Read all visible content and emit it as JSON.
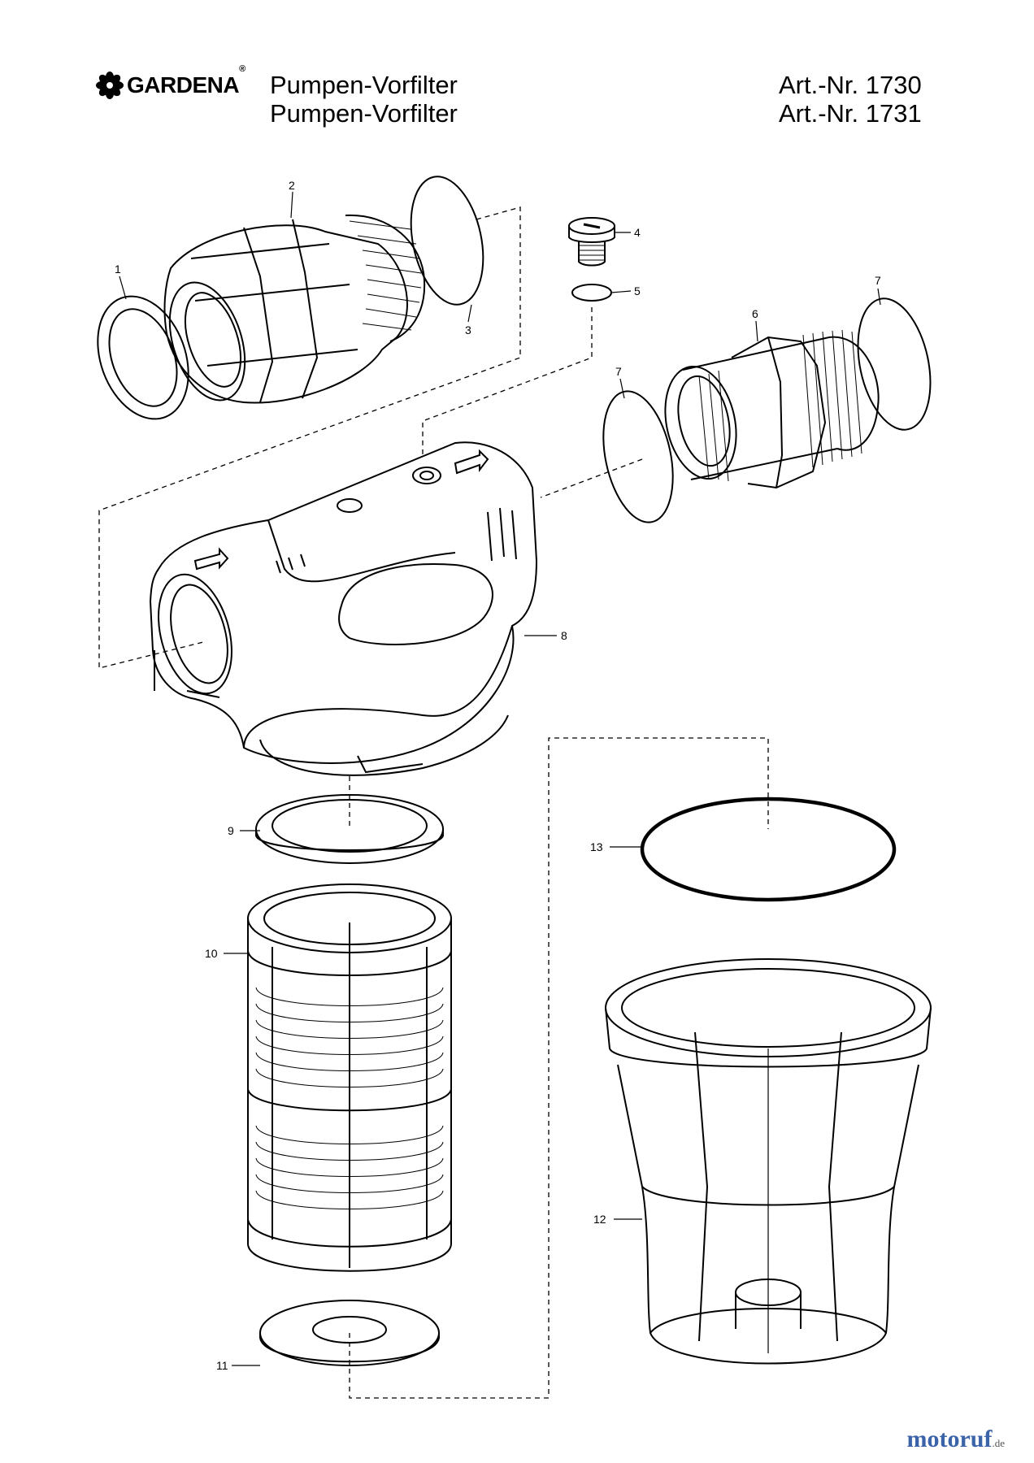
{
  "header": {
    "brand": "GARDENA",
    "brand_reg": "®",
    "titles": [
      "Pumpen-Vorfilter",
      "Pumpen-Vorfilter"
    ],
    "article_numbers": [
      "Art.-Nr. 1730",
      "Art.-Nr. 1731"
    ]
  },
  "parts": [
    {
      "label": "1"
    },
    {
      "label": "2"
    },
    {
      "label": "3"
    },
    {
      "label": "4"
    },
    {
      "label": "5"
    },
    {
      "label": "6"
    },
    {
      "label": "7"
    },
    {
      "label": "7"
    },
    {
      "label": "8"
    },
    {
      "label": "9"
    },
    {
      "label": "10"
    },
    {
      "label": "11"
    },
    {
      "label": "12"
    },
    {
      "label": "13"
    }
  ],
  "footer": {
    "site": "motoruf",
    "suffix": ".de"
  },
  "colors": {
    "line": "#000000",
    "background": "#ffffff"
  }
}
